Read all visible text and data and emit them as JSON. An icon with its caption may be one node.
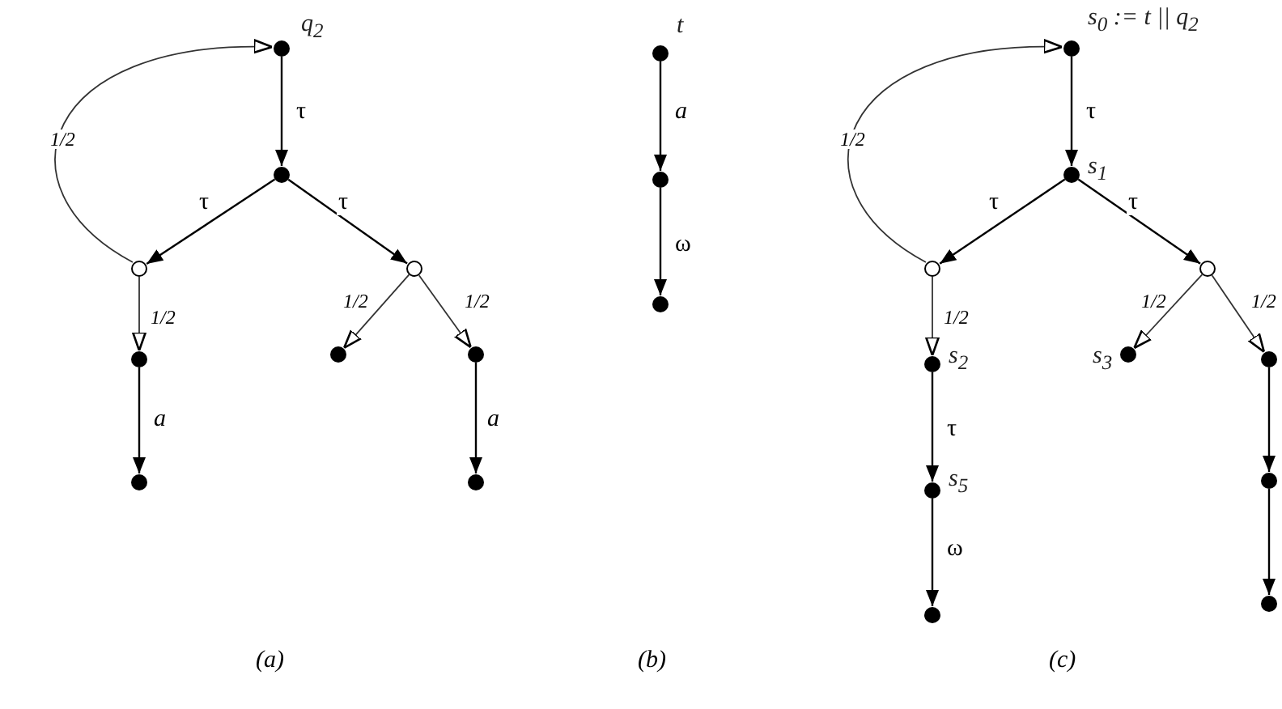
{
  "diagram": {
    "nodes": [
      {
        "text": [],
        "shape": "dot",
        "beside": [
          "q$_{2}$"
        ]
      },
      {
        "text": [],
        "shape": "dot"
      },
      {
        "text": [],
        "shape": "circle"
      },
      {
        "text": [],
        "shape": "circle"
      },
      {
        "text": [],
        "shape": "dot"
      },
      {
        "text": [],
        "shape": "dot"
      },
      {
        "text": [],
        "shape": "dot"
      },
      {
        "text": [],
        "shape": "dot"
      },
      {
        "text": [],
        "shape": "dot"
      },
      {
        "text": [],
        "shape": "dot",
        "beside": [
          "t"
        ]
      },
      {
        "text": [],
        "shape": "dot"
      },
      {
        "text": [],
        "shape": "dot"
      },
      {
        "text": [],
        "shape": "dot",
        "beside": [
          "s$_{0}$ := t || q$_{2}$"
        ]
      },
      {
        "text": [],
        "shape": "dot",
        "beside": [
          "s$_{1}$"
        ]
      },
      {
        "text": [],
        "shape": "circle"
      },
      {
        "text": [],
        "shape": "circle"
      },
      {
        "text": [],
        "shape": "dot",
        "beside": [
          "s$_{2}$"
        ]
      },
      {
        "text": [],
        "shape": "dot",
        "beside": [
          "s$_{3}$"
        ]
      },
      {
        "text": [],
        "shape": "dot"
      },
      {
        "text": [],
        "shape": "dot",
        "beside": [
          "s$_{5}$"
        ]
      },
      {
        "text": [],
        "shape": "dot"
      },
      {
        "text": [],
        "shape": "dot"
      },
      {
        "text": [],
        "shape": "dot"
      }
    ],
    "edges": [
      {
        "from": 0,
        "to": 1,
        "arrow": "to",
        "label": "τ"
      },
      {
        "from": 1,
        "to": 2,
        "arrow": "to",
        "label": "τ"
      },
      {
        "from": 1,
        "to": 3,
        "arrow": "to",
        "label": "τ"
      },
      {
        "from": 2,
        "to": 0,
        "arrow": "to",
        "label": "1/2"
      },
      {
        "from": 2,
        "to": 4,
        "arrow": "to",
        "label": "1/2"
      },
      {
        "from": 3,
        "to": 5,
        "arrow": "to",
        "label": "1/2"
      },
      {
        "from": 3,
        "to": 6,
        "arrow": "to",
        "label": "1/2"
      },
      {
        "from": 4,
        "to": 7,
        "arrow": "to",
        "label": "a"
      },
      {
        "from": 6,
        "to": 8,
        "arrow": "to",
        "label": "a"
      },
      {
        "from": 9,
        "to": 10,
        "arrow": "to",
        "label": "a"
      },
      {
        "from": 10,
        "to": 11,
        "arrow": "to",
        "label": "ω"
      },
      {
        "from": 12,
        "to": 13,
        "arrow": "to",
        "label": "τ"
      },
      {
        "from": 13,
        "to": 14,
        "arrow": "to",
        "label": "τ"
      },
      {
        "from": 13,
        "to": 15,
        "arrow": "to",
        "label": "τ"
      },
      {
        "from": 14,
        "to": 12,
        "arrow": "to",
        "label": "1/2"
      },
      {
        "from": 14,
        "to": 16,
        "arrow": "to",
        "label": "1/2"
      },
      {
        "from": 15,
        "to": 17,
        "arrow": "to",
        "label": "1/2"
      },
      {
        "from": 15,
        "to": 18,
        "arrow": "to",
        "label": "1/2"
      },
      {
        "from": 16,
        "to": 19,
        "arrow": "to",
        "label": "τ"
      },
      {
        "from": 19,
        "to": 20,
        "arrow": "to",
        "label": "ω"
      },
      {
        "from": 18,
        "to": 21,
        "arrow": "to"
      },
      {
        "from": 21,
        "to": 22,
        "arrow": "to"
      }
    ],
    "labels": [
      "(a)",
      "(b)",
      "(c)"
    ]
  }
}
